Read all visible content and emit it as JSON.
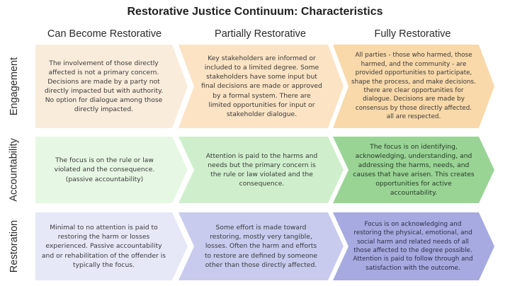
{
  "title": "Restorative Justice Continuum: Characteristics",
  "columns": [
    {
      "label": "Can Become Restorative"
    },
    {
      "label": "Partially Restorative"
    },
    {
      "label": "Fully Restorative"
    }
  ],
  "rows": [
    {
      "label": "Engagement",
      "colors": [
        "#faecdb",
        "#fbe3c4",
        "#f9d9a9"
      ],
      "cells": [
        "The involvement of those directly affected is not a primary concern. Decisions are made by a party not directly impacted but with authority. No option for dialogue among those directly impacted.",
        "Key stakeholders are informed or included to a limited degree. Some stakeholders have some input but final decisions are made or approved by a formal system. There are limited opportunities for input or stakeholder dialogue.",
        "All parties - those who harmed, those harmed, and the community - are provided opportunities to participate, shape the process, and make decisions. there are clear opportunities for dialogue. Decisions are made by consensus by those directly affected. all are respected."
      ]
    },
    {
      "label": "Accountability",
      "colors": [
        "#e6f8e3",
        "#cfefcc",
        "#99d495"
      ],
      "cells": [
        "The focus is on the rule or law violated and the consequence. (passive accountability)",
        "Attention is paid to the harms and needs but the primary concern is the rule or law violated and the consequence.",
        "The focus is on identifying, acknowledging, understanding, and addressing the harms, needs, and causes that have arisen. This creates opportunities for active accountability."
      ]
    },
    {
      "label": "Restoration",
      "colors": [
        "#e6e8f8",
        "#c8cbee",
        "#a6aae0"
      ],
      "cells": [
        "Minimal to no attention is paid to restoring the harm or losses experienced. Passive accountability and or rehabilitation of the offender is typically the focus.",
        "Some effort is made toward restoring, mostly very tangible, losses. Often the harm and efforts to restore are defined by someone other than those directly affected.",
        "Focus is on acknowledging and restoring the physical, emotional, and social harm and related needs of all those affected to the degree possible. Attention is paid to follow through and satisfaction with the outcome."
      ]
    }
  ]
}
